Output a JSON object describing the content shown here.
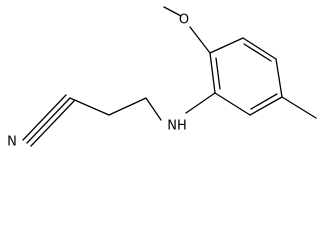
{
  "molecule": {
    "atoms": {
      "oxygen": "O",
      "nitrogen_amine": "NH",
      "nitrogen_nitrile": "N"
    }
  }
}
